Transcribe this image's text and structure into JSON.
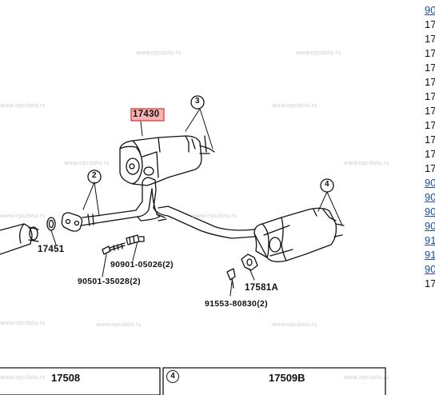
{
  "labels": {
    "main_part": "17430",
    "callout_3": "3",
    "callout_2": "2",
    "callout_4": "4",
    "part_17451": "17451",
    "bolt_90901": "90901-05026(2)",
    "stud_90501": "90501-35028(2)",
    "hanger_17581a": "17581A",
    "clip_91553": "91553-80830(2)"
  },
  "bottom_boxes": {
    "left_title": "17508",
    "right_callout": "4",
    "right_title": "17509B"
  },
  "watermark": "www.epcdata.ru",
  "right_list": [
    {
      "text": "90",
      "link": true
    },
    {
      "text": "17",
      "link": false
    },
    {
      "text": "17",
      "link": false
    },
    {
      "text": "17",
      "link": false
    },
    {
      "text": "17",
      "link": false
    },
    {
      "text": "17",
      "link": false
    },
    {
      "text": "17",
      "link": false
    },
    {
      "text": "17",
      "link": false
    },
    {
      "text": "17",
      "link": false
    },
    {
      "text": "17",
      "link": false
    },
    {
      "text": "17",
      "link": false
    },
    {
      "text": "17",
      "link": false
    },
    {
      "text": "90",
      "link": true
    },
    {
      "text": "90",
      "link": true
    },
    {
      "text": "90",
      "link": true
    },
    {
      "text": "90",
      "link": true
    },
    {
      "text": "91",
      "link": true
    },
    {
      "text": "91",
      "link": true
    },
    {
      "text": "90",
      "link": true
    },
    {
      "text": "17",
      "link": false
    }
  ],
  "colors": {
    "highlight_border": "#e0302a",
    "highlight_fill": "#f5b5b5",
    "link": "#1b4fa8",
    "line": "#111111"
  }
}
